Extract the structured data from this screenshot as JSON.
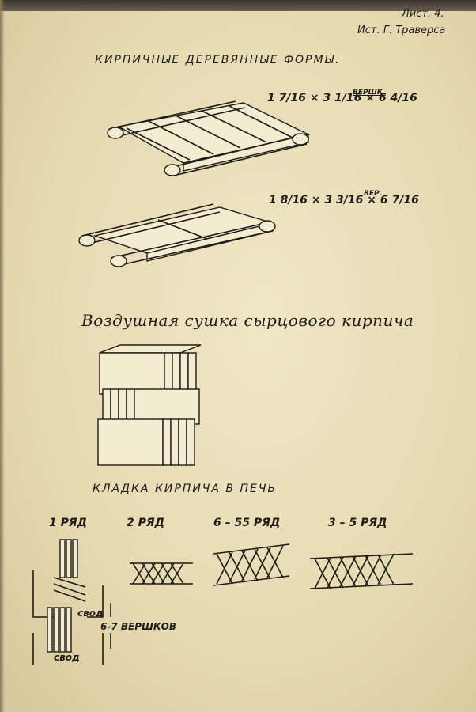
{
  "header": {
    "sheet_label": "Лист. 4.",
    "source_label": "Ист. Г. Траверса"
  },
  "section_forms": {
    "title": "Кирпичные деревянные формы.",
    "dim_top": "1 7/16 × 3 1/16 × 6 4/16",
    "dim_top_unit": "вершк.",
    "dim_bottom": "1 8/16 × 3 3/16 × 6 7/16",
    "dim_bottom_unit": "вер."
  },
  "section_drying": {
    "title": "Воздушная сушка сырцового кирпича"
  },
  "section_kiln": {
    "title": "Кладка кирпича в печь",
    "rows": [
      {
        "label": "1 ряд"
      },
      {
        "label": "2 ряд"
      },
      {
        "label": "6 – 55 ряд"
      },
      {
        "label": "3 – 5 ряд"
      }
    ],
    "vault_label_1": "свод",
    "vault_label_2": "свод",
    "height_note": "6-7 вершков"
  }
}
